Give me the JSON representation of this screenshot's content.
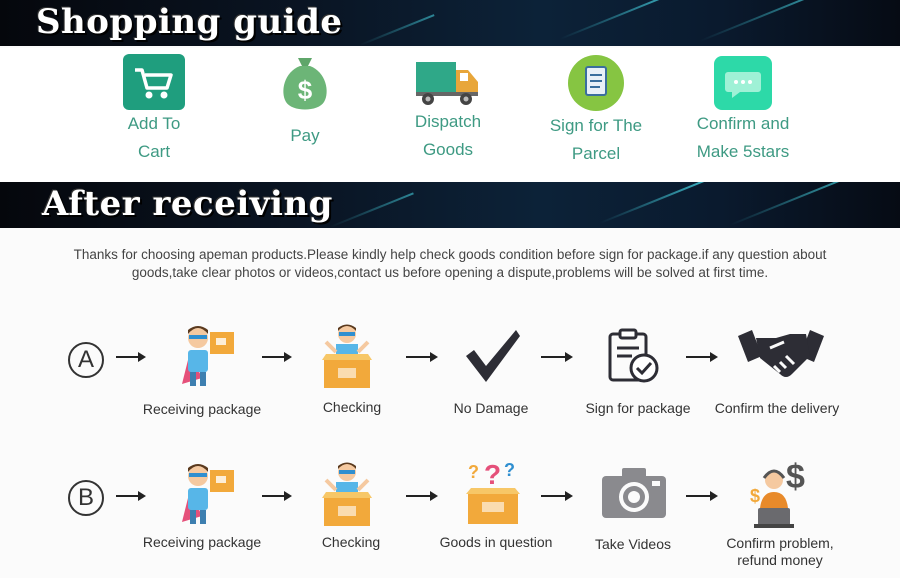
{
  "banners": {
    "shopping_title": "Shopping guide",
    "after_title": "After receiving"
  },
  "guide_steps": [
    {
      "line1": "Add To",
      "line2": "Cart",
      "icon": "cart-icon"
    },
    {
      "line1": "Pay",
      "line2": "",
      "icon": "money-bag-icon"
    },
    {
      "line1": "Dispatch",
      "line2": "Goods",
      "icon": "truck-icon"
    },
    {
      "line1": "Sign for The",
      "line2": "Parcel",
      "icon": "clipboard-icon"
    },
    {
      "line1": "Confirm and",
      "line2": "Make 5stars",
      "icon": "chat-icon"
    }
  ],
  "intro_text": "Thanks for choosing apeman products.Please kindly help check goods condition before sign for package.if any question about goods,take clear photos or videos,contact us before opening a dispute,problems will be solved at first time.",
  "flow_a": {
    "marker": "A",
    "steps": [
      "Receiving package",
      "Checking",
      "No Damage",
      "Sign for package",
      "Confirm the delivery"
    ]
  },
  "flow_b": {
    "marker": "B",
    "steps": [
      "Receiving package",
      "Checking",
      "Goods in question",
      "Take Videos",
      "Confirm problem,",
      "refund money"
    ]
  },
  "colors": {
    "accent_green": "#3e9a83",
    "icon_teal": "#1f9e7e",
    "banner_bg": "#0a1524",
    "streak": "#4ff0ff"
  }
}
